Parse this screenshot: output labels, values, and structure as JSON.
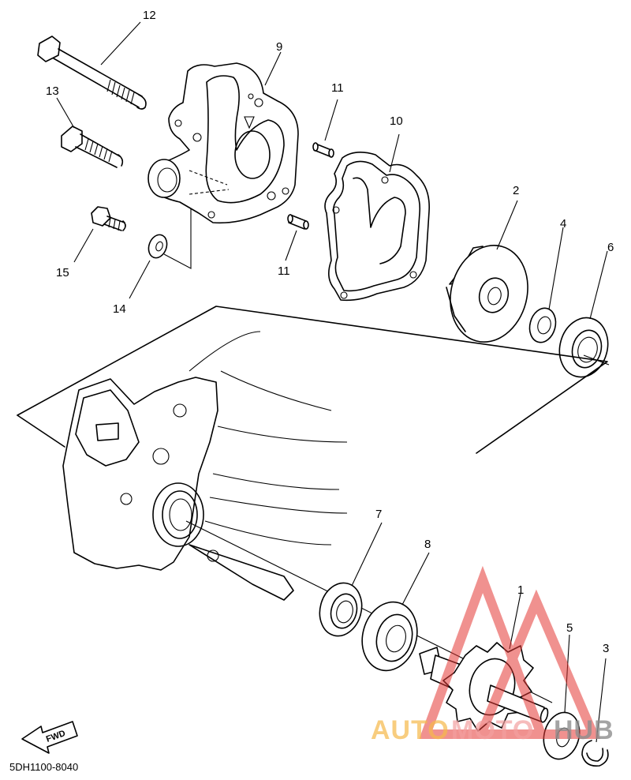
{
  "diagram": {
    "parts": {
      "p1": "1",
      "p2": "2",
      "p3": "3",
      "p4": "4",
      "p5": "5",
      "p6": "6",
      "p7": "7",
      "p8": "8",
      "p9": "9",
      "p10": "10",
      "p11a": "11",
      "p11b": "11",
      "p12": "12",
      "p13": "13",
      "p14": "14",
      "p15": "15"
    },
    "fwd_label": "FWD",
    "diagram_code": "5DH1100-8040"
  },
  "watermark": {
    "part1": "AUTO",
    "part2": "MOTO",
    "part3": "HUB",
    "colors": {
      "triangle": "#e53935",
      "auto": "#f6b94a",
      "moto": "#f3a0a0",
      "hub": "#8e8e8e"
    }
  }
}
